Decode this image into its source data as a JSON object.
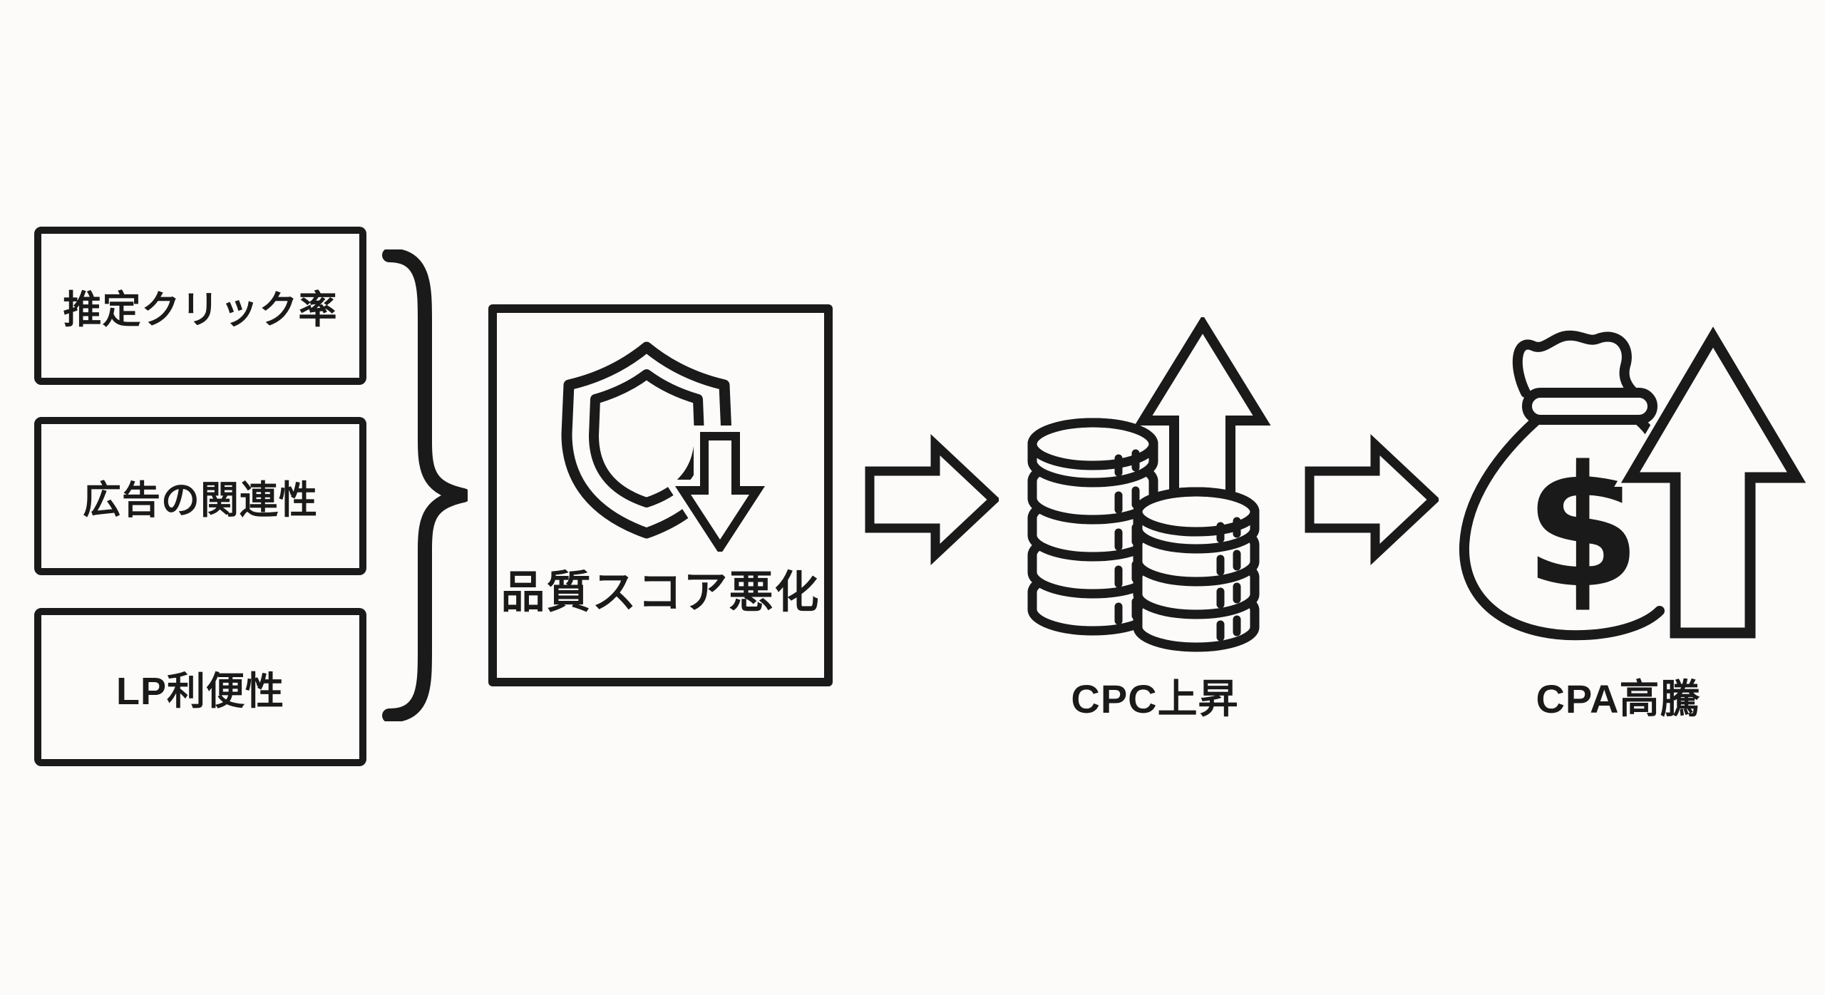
{
  "diagram": {
    "colors": {
      "ink": "#1a1a1a",
      "background": "#fcfbf9"
    },
    "factor_boxes": [
      {
        "label": "推定クリック率"
      },
      {
        "label": "広告の関連性"
      },
      {
        "label": "LP利便性"
      }
    ],
    "quality_box": {
      "label": "品質スコア悪化",
      "icon": "shield-with-down-arrow"
    },
    "flow_steps": [
      {
        "label": "CPC上昇",
        "icon": "coin-stacks-with-up-arrow"
      },
      {
        "label": "CPA高騰",
        "icon": "money-bag-with-up-arrow"
      }
    ],
    "currency_symbol": "$"
  }
}
